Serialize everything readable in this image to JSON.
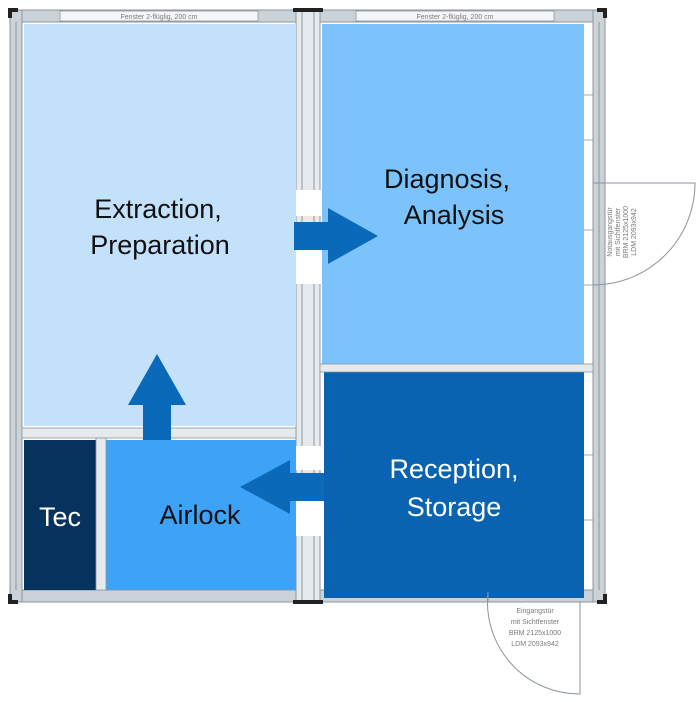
{
  "colors": {
    "extraction": "#c4e1fb",
    "diagnosis": "#7cc2fb",
    "reception": "#0a63b1",
    "airlock": "#3ea3f6",
    "tec": "#06325e",
    "arrow": "#0a6ab9",
    "wall": "#ccd3d8",
    "wall_line": "#8c969e"
  },
  "rooms": {
    "extraction": {
      "line1": "Extraction,",
      "line2": "Preparation"
    },
    "diagnosis": {
      "line1": "Diagnosis,",
      "line2": "Analysis"
    },
    "reception": {
      "line1": "Reception,",
      "line2": "Storage"
    },
    "airlock": {
      "label": "Airlock"
    },
    "tec": {
      "label": "Tec"
    }
  },
  "window_labels": {
    "left": "Fenster 2-flüglig, 200 cm",
    "right": "Fenster 2-flüglig, 200 cm"
  },
  "doors": {
    "emergency": {
      "line1": "Notausgangstür",
      "line2": "mit Sichtfenster",
      "line3": "BRM 2125x1000",
      "line4": "LDM 2093x942"
    },
    "entrance": {
      "line1": "Eingangstür",
      "line2": "mit Sichtfenster",
      "line3": "BRM 2125x1000",
      "line4": "LDM 2093x942"
    }
  }
}
